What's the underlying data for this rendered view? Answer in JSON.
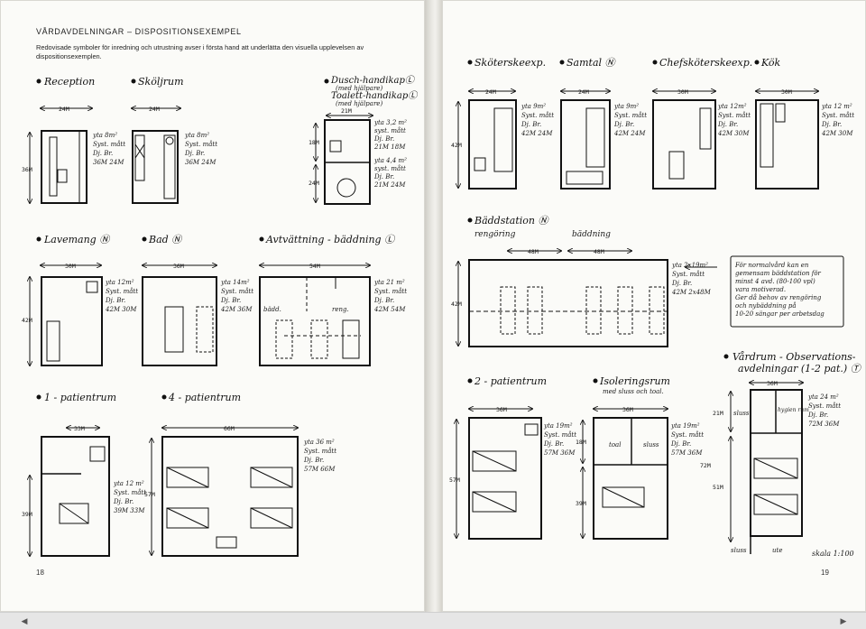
{
  "left_page": {
    "section_title": "VÅRDAVDELNINGAR – DISPOSITIONSEXEMPEL",
    "intro": "Redovisade symboler för inredning och utrustning avser i första hand att underlätta den visuella upplevelsen av dispositionsexemplen.",
    "page_number": "18"
  },
  "right_page": {
    "page_number": "19",
    "scale": "skala 1:100"
  },
  "rooms": {
    "reception": {
      "label": "Reception",
      "width": "24M",
      "height": "36M",
      "notes": [
        "yta 8m²",
        "Syst. mått",
        "Dj. Br.",
        "36M 24M"
      ]
    },
    "skoljrum": {
      "label": "Sköljrum",
      "width": "24M",
      "notes": [
        "yta 8m²",
        "Syst. mått",
        "Dj. Br.",
        "36M 24M"
      ]
    },
    "dusch": {
      "label": "Dusch-handikapⓁ",
      "sub1": "(med hjälpare)",
      "sub2": "Toalett-handikapⓁ",
      "sub3": "(med hjälpare)",
      "width": "21M",
      "h1": "18M",
      "h2": "24M",
      "notes": [
        "yta 3,2 m²",
        "syst. mått",
        "Dj. Br.",
        "21M 18M",
        "yta 4,4 m²",
        "syst. mått",
        "Dj. Br.",
        "21M 24M"
      ]
    },
    "lavemang": {
      "label": "Lavemang Ⓝ",
      "width": "30M",
      "height": "42M",
      "notes": [
        "yta 12m²",
        "Syst. mått",
        "Dj. Br.",
        "42M 30M"
      ]
    },
    "bad": {
      "label": "Bad Ⓝ",
      "width": "36M",
      "notes": [
        "yta 14m²",
        "Syst. mått",
        "Dj. Br.",
        "42M 36M"
      ]
    },
    "avtvattning": {
      "label": "Avtvättning - bäddning Ⓛ",
      "width": "54M",
      "left": "bädd.",
      "right": "reng.",
      "notes": [
        "yta 21 m²",
        "Syst. mått",
        "Dj. Br.",
        "42M 54M"
      ]
    },
    "patient1": {
      "label": "1 - patientrum",
      "width": "33M",
      "height": "39M",
      "notes": [
        "yta 12 m²",
        "Syst. mått",
        "Dj. Br.",
        "39M 33M"
      ]
    },
    "patient4": {
      "label": "4 - patientrum",
      "width": "66M",
      "height": "57M",
      "notes": [
        "yta 36 m²",
        "Syst. mått",
        "Dj. Br.",
        "57M 66M"
      ]
    },
    "skoterskeexp": {
      "label": "Sköterskeexp.",
      "width": "24M",
      "height": "42M",
      "notes": [
        "yta 9m²",
        "Syst. mått",
        "Dj. Br.",
        "42M 24M"
      ]
    },
    "samtal": {
      "label": "Samtal Ⓝ",
      "width": "24M",
      "notes": [
        "yta 9m²",
        "Syst. mått",
        "Dj. Br.",
        "42M 24M"
      ]
    },
    "chefskoterskeexp": {
      "label": "Chefsköterskeexp.",
      "width": "30M",
      "notes": [
        "yta 12m²",
        "Syst. mått",
        "Dj. Br.",
        "42M 30M"
      ]
    },
    "kok": {
      "label": "Kök",
      "width": "30M",
      "notes": [
        "yta 12 m²",
        "Syst. mått",
        "Dj. Br.",
        "42M 30M"
      ]
    },
    "baddstation": {
      "label": "Bäddstation Ⓝ",
      "left": "rengöring",
      "right": "bäddning",
      "w1": "48M",
      "w2": "48M",
      "height": "42M",
      "notes": [
        "yta 2x19m²",
        "Syst. mått",
        "Dj. Br.",
        "42M 2x48M"
      ],
      "callout": [
        "För normalvård kan en",
        "gemensam bäddstation för",
        "minst 4 avd. (80-100 vpl)",
        "vara motiverad.",
        "Ger då behov av rengöring",
        "och nybäddning på",
        "10-20 sängar per arbetsdag"
      ]
    },
    "patient2": {
      "label": "2 - patientrum",
      "width": "36M",
      "height": "57M",
      "notes": [
        "yta 19m²",
        "Syst. mått",
        "Dj. Br.",
        "57M 36M"
      ]
    },
    "isolering": {
      "label": "Isoleringsrum",
      "sub": "med sluss och toal.",
      "width": "36M",
      "h1": "18M",
      "h2": "39M",
      "toal": "toal",
      "sluss": "sluss",
      "notes": [
        "yta 19m²",
        "Syst. mått",
        "Dj. Br.",
        "57M 36M"
      ]
    },
    "vardrum": {
      "label": "Vårdrum - Observations-",
      "label2": "avdelningar (1-2 pat.) Ⓣ",
      "width": "36M",
      "h1": "21M",
      "h2": "51M",
      "h3": "72M",
      "sluss": "sluss",
      "hygien": "hygien rum",
      "sluss2": "sluss",
      "ute": "ute",
      "notes": [
        "yta 24 m²",
        "Syst. mått",
        "Dj. Br.",
        "72M 36M"
      ]
    }
  },
  "scrollbar": {
    "left_arrow": "◀",
    "right_arrow": "▶"
  }
}
